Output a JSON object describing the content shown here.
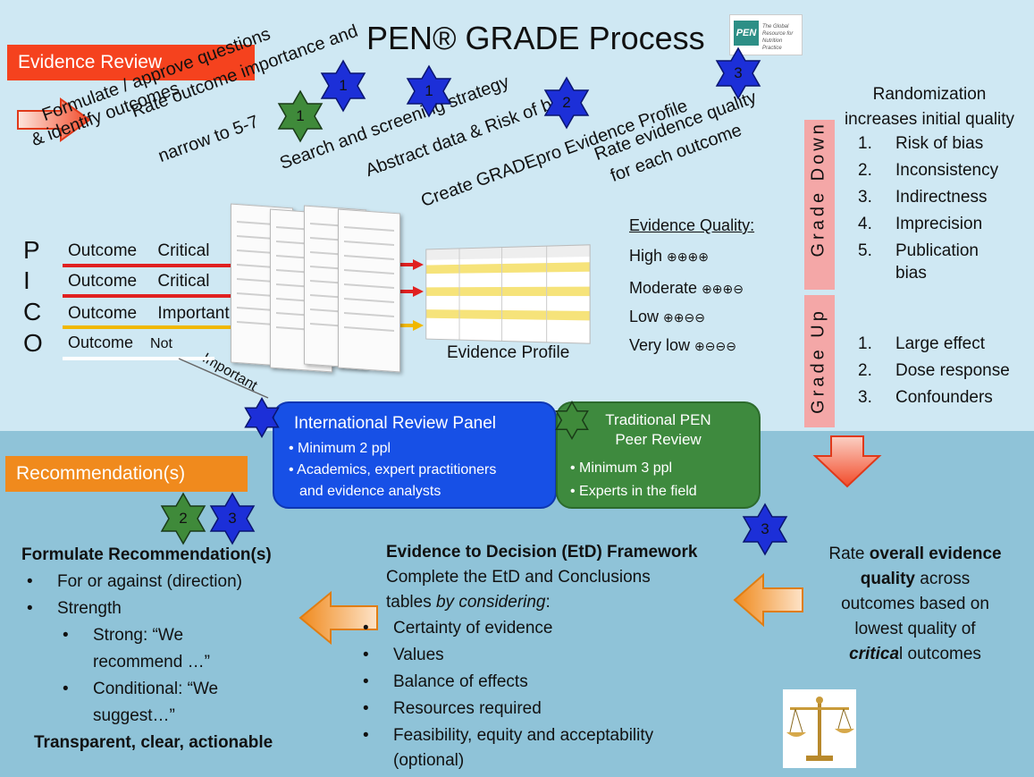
{
  "title": "PEN® GRADE Process",
  "logo": {
    "text": "PEN",
    "tagline": "The Global Resource for Nutrition Practice"
  },
  "labels": {
    "evidence_review": "Evidence Review",
    "recommendations": "Recommendation(s)"
  },
  "steps": {
    "formulate_questions": "Formulate / approve questions",
    "identify_outcomes": "& identify outcomes",
    "rate_importance": "Rate outcome importance and",
    "narrow": "narrow to 5-7",
    "search": "Search and screening strategy",
    "abstract": "Abstract data & Risk of bias",
    "create_profile": "Create GRADEpro Evidence Profile",
    "rate_quality": "Rate evidence quality",
    "each_outcome": "for each outcome"
  },
  "stars": {
    "green1": "1",
    "blue1a": "1",
    "blue1b": "1",
    "blue2": "2",
    "blue3": "3",
    "green2": "2",
    "blue3b": "3",
    "blue3c": "3"
  },
  "pico": {
    "letters": [
      "P",
      "I",
      "C",
      "O"
    ],
    "rows": [
      {
        "outcome": "Outcome",
        "importance": "Critical"
      },
      {
        "outcome": "Outcome",
        "importance": "Critical"
      },
      {
        "outcome": "Outcome",
        "importance": "Important"
      },
      {
        "outcome": "Outcome",
        "importance": "Not"
      }
    ],
    "important_slanted": "Important"
  },
  "evidence_profile_label": "Evidence Profile",
  "evidence_quality": {
    "heading": "Evidence Quality:",
    "levels": [
      {
        "label": "High",
        "symbols": "⊕⊕⊕⊕"
      },
      {
        "label": "Moderate",
        "symbols": "⊕⊕⊕⊖"
      },
      {
        "label": "Low",
        "symbols": "⊕⊕⊖⊖"
      },
      {
        "label": "Very low",
        "symbols": "⊕⊖⊖⊖"
      }
    ]
  },
  "randomization": {
    "line1": "Randomization",
    "line2": "increases initial quality"
  },
  "grade_down": {
    "label": "Grade Down",
    "items": [
      {
        "n": "1.",
        "text": "Risk of bias"
      },
      {
        "n": "2.",
        "text": "Inconsistency"
      },
      {
        "n": "3.",
        "text": "Indirectness"
      },
      {
        "n": "4.",
        "text": "Imprecision"
      },
      {
        "n": "5.",
        "text": "Publication"
      },
      {
        "n": "",
        "text": "bias"
      }
    ]
  },
  "grade_up": {
    "label": "Grade Up",
    "items": [
      {
        "n": "1.",
        "text": "Large effect"
      },
      {
        "n": "2.",
        "text": "Dose response"
      },
      {
        "n": "3.",
        "text": "Confounders"
      }
    ]
  },
  "panel_intl": {
    "title": "International Review Panel",
    "bullets": [
      "Minimum 2 ppl",
      "Academics, expert practitioners",
      "and evidence analysts"
    ]
  },
  "panel_pen": {
    "title1": "Traditional PEN",
    "title2": "Peer Review",
    "bullets": [
      "Minimum 3 ppl",
      "Experts in the field"
    ]
  },
  "formulate_rec": {
    "heading": "Formulate Recommendation(s)",
    "b1": "For or against (direction)",
    "b2": "Strength",
    "s1a": "Strong: “We",
    "s1b": "recommend …”",
    "s2a": "Conditional: “We",
    "s2b": "suggest…”",
    "footer": "Transparent, clear, actionable"
  },
  "etd": {
    "heading": "Evidence to Decision (EtD) Framework",
    "line1": "Complete the EtD and Conclusions",
    "line2a": "tables ",
    "line2b": "by considering",
    "line2c": ":",
    "items": [
      "Certainty of evidence",
      "Values",
      "Balance of effects",
      "Resources required",
      "Feasibility, equity and acceptability",
      "(optional)"
    ]
  },
  "overall": {
    "l1a": "Rate ",
    "l1b": "overall evidence",
    "l2a": "quality",
    "l2b": " across",
    "l3": "outcomes based on",
    "l4": "lowest quality of",
    "l5a": "critica",
    "l5b": "l outcomes"
  },
  "colors": {
    "evidence_review_bg": "#f5421e",
    "recommendation_bg": "#f08a1d",
    "blue_star": "#1c2fd8",
    "green_star": "#3f8a3a",
    "red_line": "#e02020",
    "yellow_line": "#f0b800",
    "grade_fill": "#f4a7a7"
  }
}
